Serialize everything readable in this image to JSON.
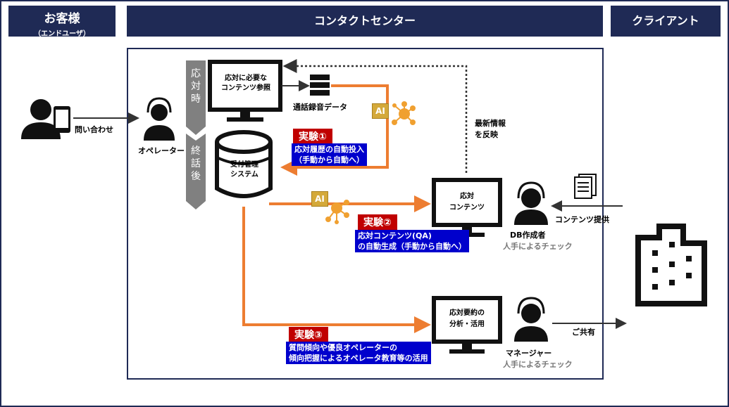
{
  "headers": {
    "customer": "お客様",
    "customer_sub": "（エンドユーザ）",
    "center": "コンタクトセンター",
    "client": "クライアント"
  },
  "labels": {
    "inquiry": "問い合わせ",
    "operator": "オペレーター",
    "phase_during": "応対時",
    "phase_after": "終話後",
    "monitor_ref": "応対に必要な\nコンテンツ参照",
    "call_recording": "通話録音データ",
    "reception_system": "受付管理\nシステム",
    "latest_info": "最新情報\nを反映",
    "response_content": "応対\nコンテンツ",
    "summary_analysis": "応対要約の\n分析・活用",
    "db_creator": "DB作成者",
    "manual_check": "人手によるチェック",
    "content_provision": "コンテンツ提供",
    "manager": "マネージャー",
    "share": "ご共有",
    "ai": "AI"
  },
  "experiments": [
    {
      "tag": "実験①",
      "desc1": "応対履歴の自動投入",
      "desc2": "（手動から自動へ）"
    },
    {
      "tag": "実験②",
      "desc1": "応対コンテンツ(QA)",
      "desc2": "の自動生成（手動から自動へ）"
    },
    {
      "tag": "実験③",
      "desc1": "質問傾向や優良オペレーターの",
      "desc2": "傾向把握によるオペレータ教育等の活用"
    }
  ],
  "colors": {
    "navy": "#1f2a55",
    "orange": "#ed7d31",
    "red": "#c00000",
    "blue": "#0000cc",
    "ai_gold": "#d4a93a"
  }
}
